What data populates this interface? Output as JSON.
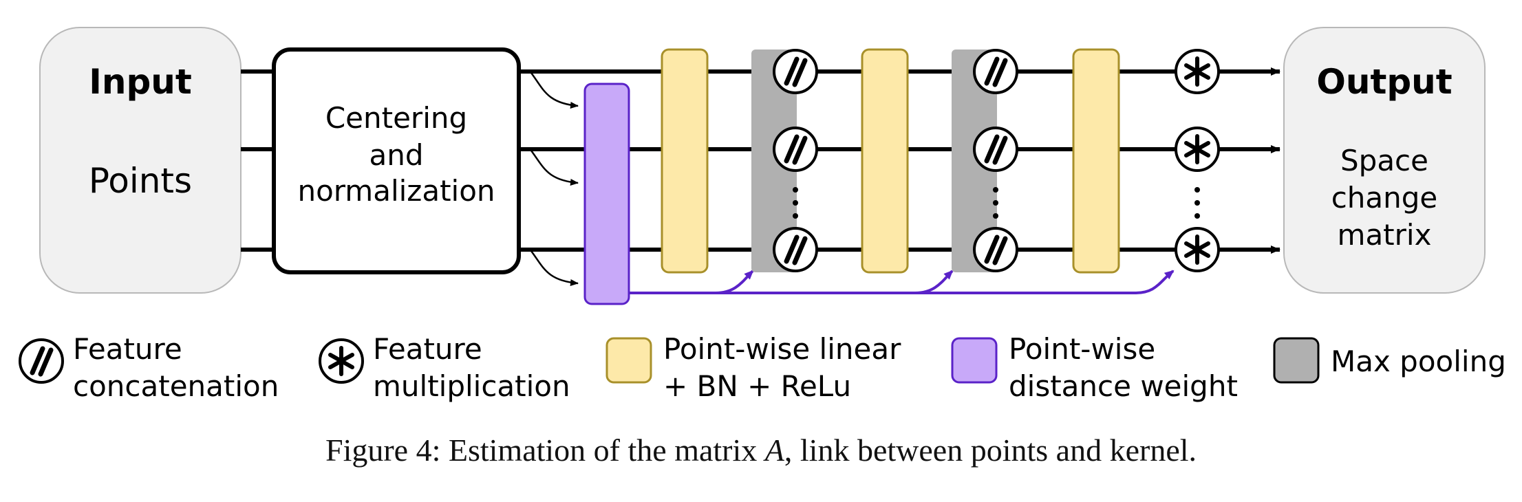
{
  "input_box": {
    "title": "Input",
    "subtitle": "Points"
  },
  "centering_box": {
    "lines": [
      "Centering",
      "and",
      "normalization"
    ]
  },
  "output_box": {
    "title": "Output",
    "lines": [
      "Space",
      "change",
      "matrix"
    ]
  },
  "vertical_dots": "⋮",
  "legend": {
    "concat": {
      "line1": "Feature",
      "line2": "concatenation"
    },
    "mult": {
      "line1": "Feature",
      "line2": "multiplication"
    },
    "linear": {
      "line1": "Point-wise linear",
      "line2": "+ BN + ReLu"
    },
    "distance": {
      "line1": "Point-wise",
      "line2": "distance weight"
    },
    "maxpool": {
      "line1": "Max pooling"
    }
  },
  "caption": {
    "prefix": "Figure 4: Estimation of the matrix ",
    "symbol": "A",
    "suffix": ", link between points and kernel."
  },
  "colors": {
    "input_output_fill": "#f1f1f1",
    "linear_fill": "#fde9a9",
    "linear_stroke": "#a8902a",
    "distance_fill": "#c8a9f9",
    "distance_stroke": "#5a22c8",
    "maxpool_fill": "#b0b0b0",
    "line": "#000000"
  }
}
